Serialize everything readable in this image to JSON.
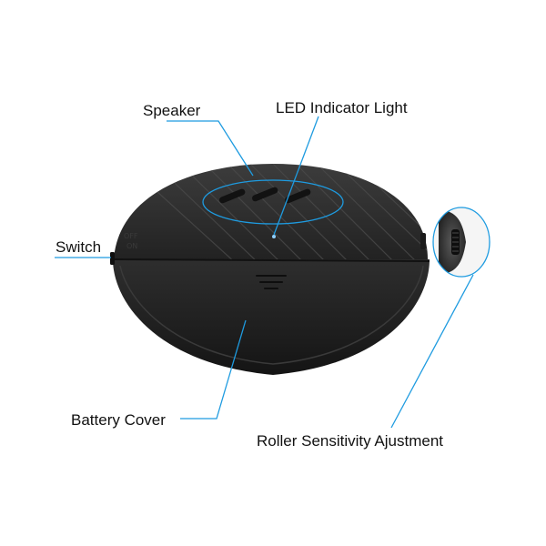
{
  "labels": {
    "speaker": "Speaker",
    "led": "LED Indicator Light",
    "switch": "Switch",
    "battery": "Battery Cover",
    "roller": "Roller Sensitivity Ajustment"
  },
  "switch_marks": {
    "off": "OFF",
    "on": "ON"
  },
  "colors": {
    "leader_line": "#1e9be0",
    "device_body": "#2b2b2b",
    "label_text": "#111111",
    "background": "#ffffff"
  }
}
